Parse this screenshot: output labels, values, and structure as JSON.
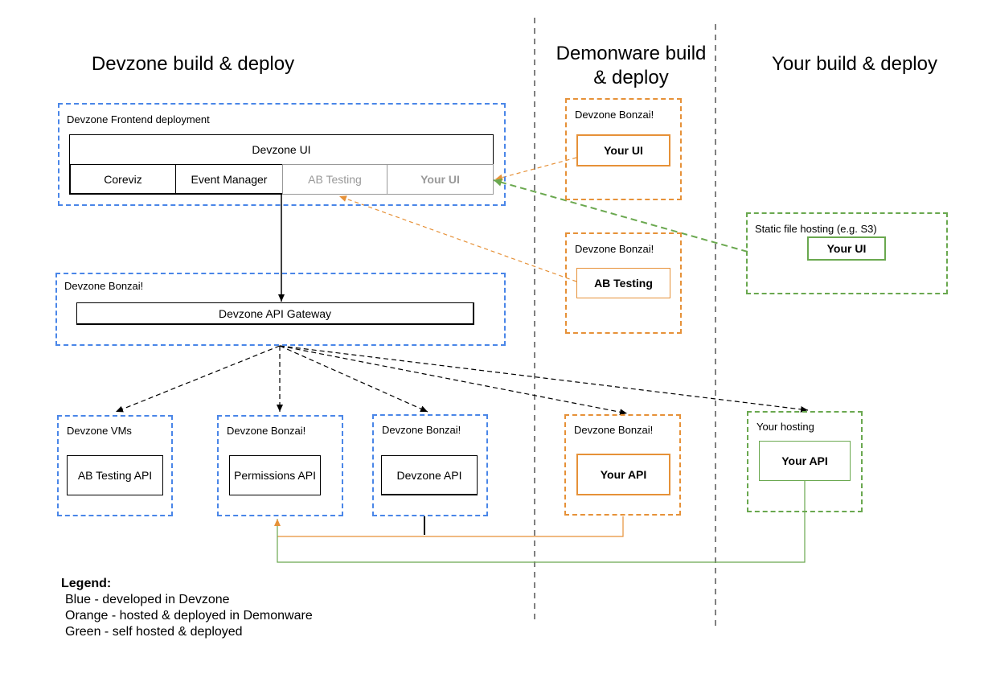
{
  "headings": {
    "devzone": "Devzone build & deploy",
    "demonware": "Demonware build & deploy",
    "yours": "Your build & deploy"
  },
  "frontend": {
    "group_label": "Devzone Frontend deployment",
    "ui_label": "Devzone UI",
    "cells": [
      "Coreviz",
      "Event Manager",
      "AB Testing",
      "Your UI"
    ]
  },
  "gateway": {
    "group_label": "Devzone Bonzai!",
    "box_label": "Devzone API Gateway"
  },
  "demonware_ui": {
    "group_label": "Devzone Bonzai!",
    "box_label": "Your UI"
  },
  "demonware_ab": {
    "group_label": "Devzone Bonzai!",
    "box_label": "AB Testing"
  },
  "static_hosting": {
    "group_label": "Static file hosting (e.g. S3)",
    "box_label": "Your UI"
  },
  "services": [
    {
      "group_label": "Devzone VMs",
      "box_label": "AB Testing API"
    },
    {
      "group_label": "Devzone Bonzai!",
      "box_label": "Permissions API"
    },
    {
      "group_label": "Devzone Bonzai!",
      "box_label": "Devzone API"
    },
    {
      "group_label": "Devzone Bonzai!",
      "box_label": "Your API"
    },
    {
      "group_label": "Your hosting",
      "box_label": "Your API"
    }
  ],
  "legend": {
    "title": "Legend:",
    "lines": [
      "Blue - developed in Devzone",
      "Orange - hosted & deployed in Demonware",
      "Green - self hosted & deployed"
    ]
  },
  "colors": {
    "blue": "#4a86e8",
    "orange": "#e69138",
    "green": "#6aa84f",
    "grey_text": "#999999"
  }
}
